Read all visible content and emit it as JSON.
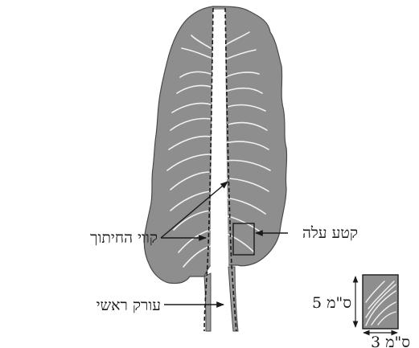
{
  "labels": {
    "leaf_piece": "קטע עלה",
    "cut_lines": "קווי החיתוך",
    "main_vein": "עורק ראשי",
    "height_dim": "5 ס\"מ",
    "width_dim": "3 ס\"מ"
  },
  "colors": {
    "leaf_fill": "#8e8e8e",
    "leaf_stroke": "#4a4a4a",
    "vein": "#f2f2f2",
    "outline": "#1a1a1a"
  }
}
